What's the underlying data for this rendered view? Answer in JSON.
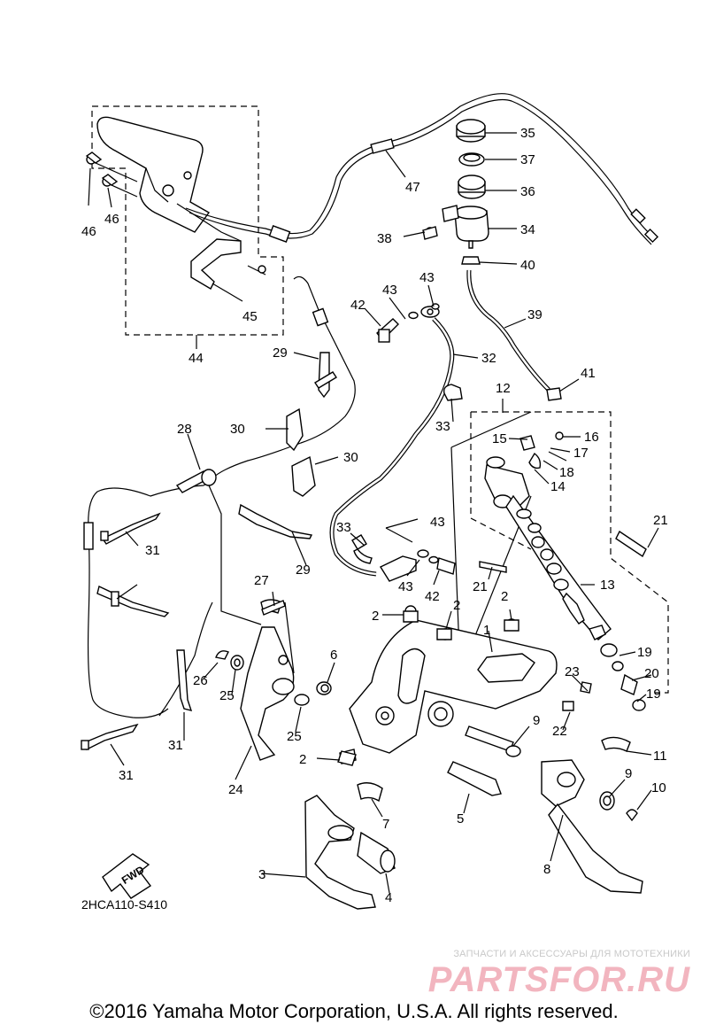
{
  "diagram": {
    "code": "2HCA110-S410",
    "fwd_label": "FWD",
    "copyright": "©2016 Yamaha Motor Corporation, U.S.A. All rights reserved.",
    "watermark": {
      "subtitle": "ЗАПЧАСТИ И АКСЕССУАРЫ ДЛЯ МОТОТЕХНИКИ",
      "logo": "PARTSFOR.RU",
      "color": "#f2b5bf"
    },
    "callouts": [
      "35",
      "37",
      "36",
      "34",
      "38",
      "40",
      "47",
      "46",
      "46",
      "45",
      "44",
      "43",
      "43",
      "42",
      "39",
      "41",
      "29",
      "32",
      "12",
      "33",
      "15",
      "16",
      "17",
      "18",
      "14",
      "28",
      "30",
      "30",
      "21",
      "31",
      "33",
      "43",
      "29",
      "42",
      "43",
      "21",
      "13",
      "27",
      "2",
      "2",
      "2",
      "1",
      "23",
      "19",
      "20",
      "19",
      "6",
      "26",
      "25",
      "25",
      "22",
      "9",
      "11",
      "31",
      "2",
      "24",
      "5",
      "9",
      "10",
      "31",
      "7",
      "8",
      "3",
      "4"
    ]
  }
}
